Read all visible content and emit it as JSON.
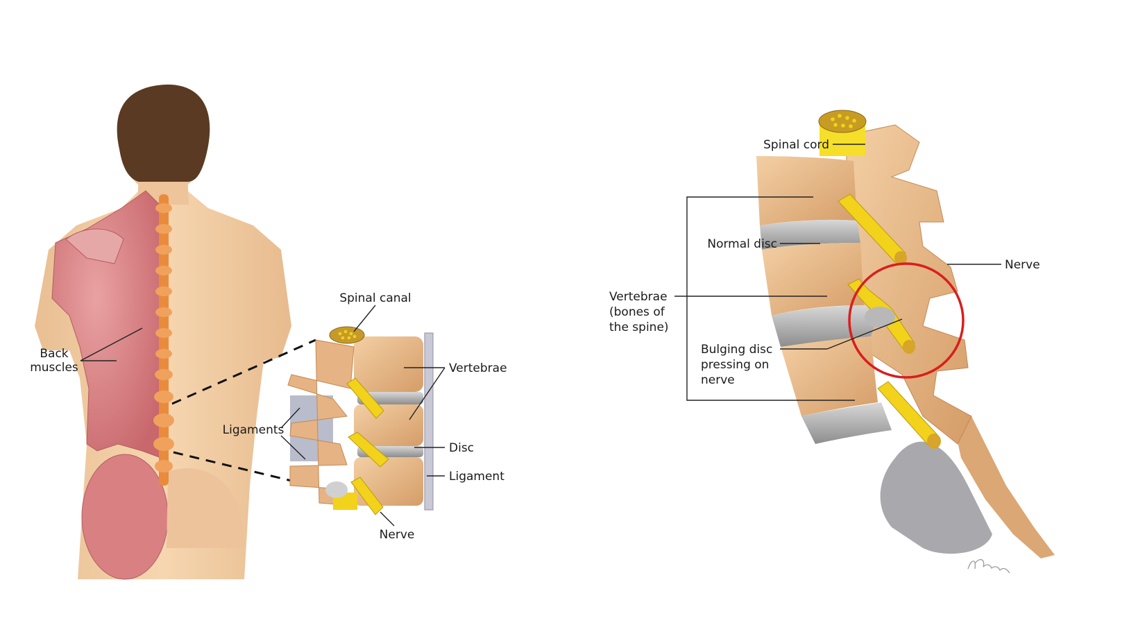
{
  "left_figure": {
    "labels": {
      "back_muscles_1": "Back",
      "back_muscles_2": "muscles",
      "ligaments": "Ligaments",
      "spinal_canal": "Spinal canal",
      "vertebrae": "Vertebrae",
      "disc": "Disc",
      "ligament": "Ligament",
      "nerve": "Nerve"
    }
  },
  "right_figure": {
    "labels": {
      "spinal_cord": "Spinal cord",
      "normal_disc": "Normal disc",
      "nerve": "Nerve",
      "vertebrae_1": "Vertebrae",
      "vertebrae_2": "(bones of",
      "vertebrae_3": "the spine)",
      "bulging_1": "Bulging disc",
      "bulging_2": "pressing on",
      "bulging_3": "nerve"
    },
    "highlight_color": "#d91e1e"
  },
  "colors": {
    "skin": "#f2cfa4",
    "muscle": "#d97b7e",
    "bone": "#e7b98a",
    "disc": "#a9a9a9",
    "nerve": "#f2d21b",
    "hair": "#5a3a22"
  }
}
